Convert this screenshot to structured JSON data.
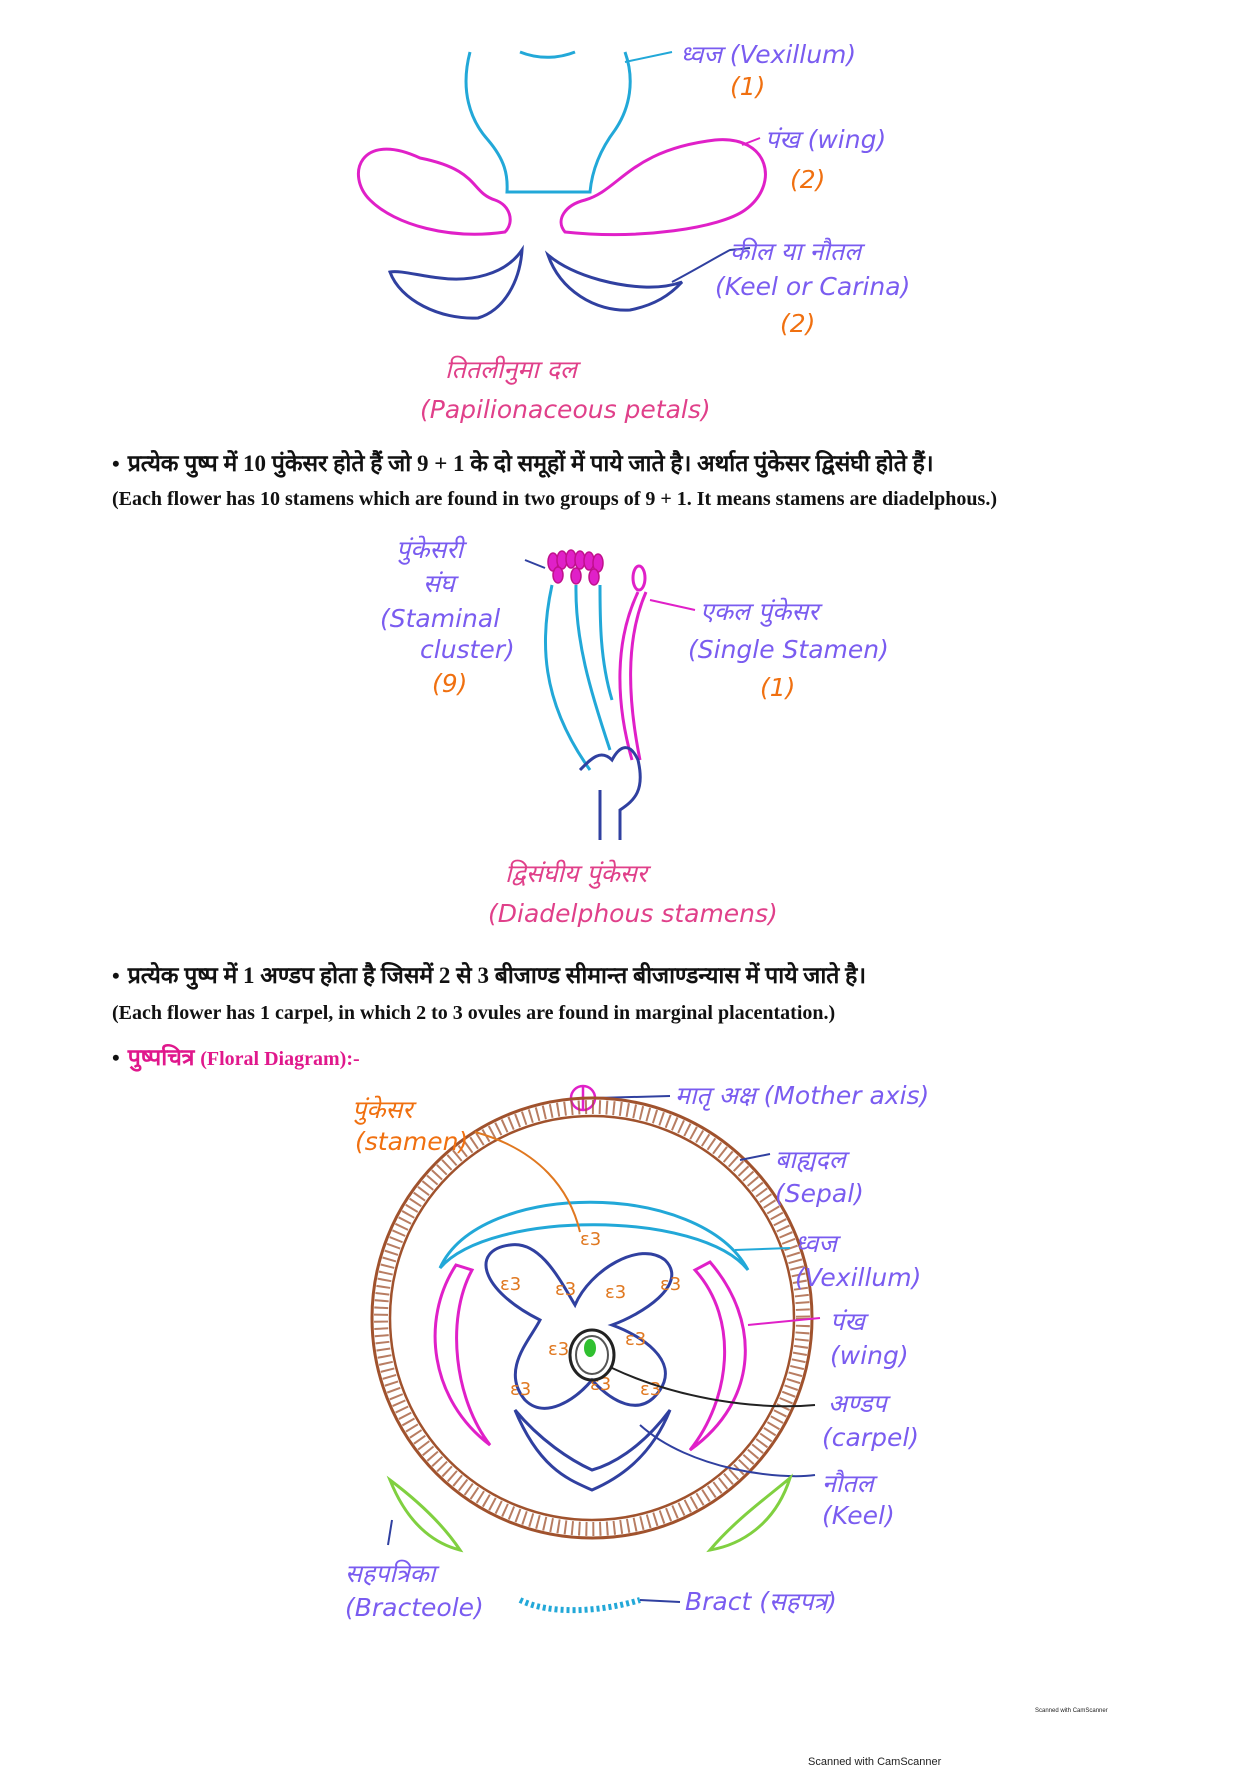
{
  "diagram1": {
    "labels": {
      "vexillum": "ध्वज (Vexillum)",
      "vexillum_count": "(1)",
      "wing": "पंख (wing)",
      "wing_count": "(2)",
      "keel_hi": "कील या नौतल",
      "keel_en": "(Keel or Carina)",
      "keel_count": "(2)",
      "caption_hi": "तितलीनुमा दल",
      "caption_en": "(Papilionaceous petals)"
    }
  },
  "text1": {
    "hindi": "प्रत्येक  पुष्प में 10 पुंकेसर होते हैं जो 9 + 1 के दो समूहों में पाये जाते है। अर्थात पुंकेसर द्विसंघी   होते हैं।",
    "english": "(Each flower has 10 stamens which are found in two groups of 9 + 1. It means stamens are diadelphous.)"
  },
  "diagram2": {
    "labels": {
      "cluster_hi_1": "पुंकेसरी",
      "cluster_hi_2": "संघ",
      "cluster_en_1": "(Staminal",
      "cluster_en_2": "cluster)",
      "cluster_count": "(9)",
      "single_hi": "एकल पुंकेसर",
      "single_en": "(Single Stamen)",
      "single_count": "(1)",
      "caption_hi": "द्विसंघीय पुंकेसर",
      "caption_en": "(Diadelphous stamens)"
    }
  },
  "text2": {
    "hindi": "प्रत्येक  पुष्प में 1 अण्डप होता है जिसमें 2 से 3 बीजाण्ड सीमान्त बीजाण्डन्यास में पाये जाते है।",
    "english": "(Each flower has 1 carpel, in which 2 to 3 ovules are found in marginal placentation.)"
  },
  "floral_heading": {
    "hindi": "पुष्पचित्र",
    "english": "(Floral Diagram):-"
  },
  "diagram3": {
    "labels": {
      "stamen_hi": "पुंकेसर",
      "stamen_en": "(stamen)",
      "mother_axis": "मातृ अक्ष (Mother axis)",
      "sepal_hi": "बाह्यदल",
      "sepal_en": "(Sepal)",
      "vexillum_hi": "ध्वज",
      "vexillum_en": "(Vexillum)",
      "wing_hi": "पंख",
      "wing_en": "(wing)",
      "carpel_hi": "अण्डप",
      "carpel_en": "(carpel)",
      "keel_hi": "नौतल",
      "keel_en": "(Keel)",
      "bracteole_hi": "सहपत्रिका",
      "bracteole_en": "(Bracteole)",
      "bract": "Bract (सहपत्र)"
    }
  },
  "footer": {
    "small_mark": "Scanned with CamScanner",
    "scanner_mark": "Scanned with CamScanner"
  },
  "colors": {
    "vexillum": "#22a8d8",
    "wing": "#e020c8",
    "keel": "#3040a0",
    "labels": "#7a5cf0",
    "captions": "#e0408a",
    "counts": "#f07010",
    "sepal": "#a0522d",
    "stamen": "#e07820",
    "carpel_dot": "#30c030",
    "bract": "#80d040",
    "heading": "#e0188c"
  }
}
